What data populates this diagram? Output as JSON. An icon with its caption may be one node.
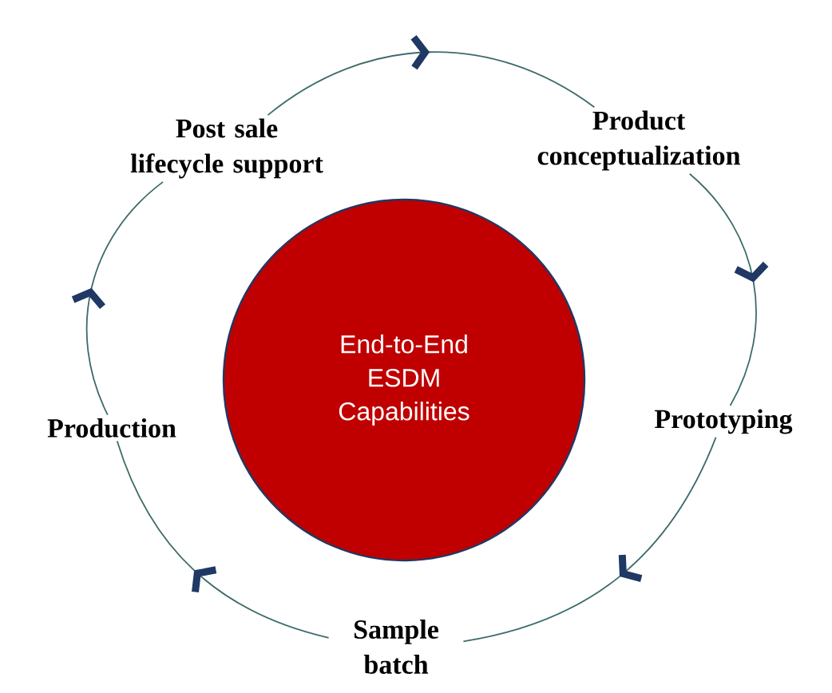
{
  "diagram": {
    "nodes": [
      {
        "text": [
          "End-to-End ESDM Capabilities"
        ]
      },
      {
        "text": [
          "Product conceptualization"
        ]
      },
      {
        "text": [
          "Prototyping"
        ]
      },
      {
        "text": [
          "Sample batch"
        ]
      },
      {
        "text": [
          "Production"
        ]
      },
      {
        "text": [
          "Post sale lifecycle support"
        ]
      }
    ],
    "edges": [
      {
        "from": 5,
        "to": 1,
        "arrow": "to"
      },
      {
        "from": 1,
        "to": 2,
        "arrow": "to"
      },
      {
        "from": 2,
        "to": 3,
        "arrow": "to"
      },
      {
        "from": 3,
        "to": 4,
        "arrow": "to"
      },
      {
        "from": 4,
        "to": 5,
        "arrow": "to"
      }
    ]
  }
}
